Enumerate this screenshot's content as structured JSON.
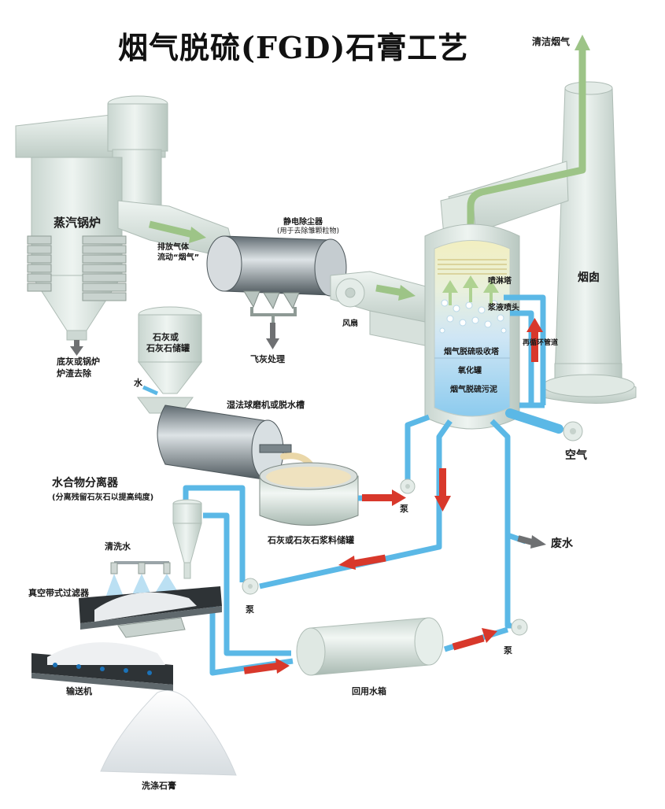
{
  "title": "烟气脱硫(FGD)石膏工艺",
  "labels": {
    "clean_gas": "清洁烟气",
    "boiler": "蒸汽锅炉",
    "bottom_ash": "底灰或锅炉\n炉渣去除",
    "exhaust_line1": "排放气体",
    "exhaust_line2": "流动“烟气”",
    "esp_line1": "静电除尘器",
    "esp_line2": "(用于去除雏颗粒物)",
    "fly_ash": "飞灰处理",
    "fan": "风扇",
    "spray_tower": "喷淋塔",
    "slurry_nozzle": "浆液喷头",
    "recirc_pipe": "再循环管道",
    "absorber": "烟气脱硫吸收塔",
    "oxidation_tank": "氧化罐",
    "fgd_sludge": "烟气脱硫污泥",
    "chimney": "烟囱",
    "air": "空气",
    "lime_silo_line1": "石灰或",
    "lime_silo_line2": "石灰石储罐",
    "water": "水",
    "ball_mill": "湿法球磨机或脱水槽",
    "hydrocyclone_line1": "水合物分离器",
    "hydrocyclone_line2": "(分离残留石灰石以提高纯度)",
    "slurry_tank": "石灰或石灰石浆料储罐",
    "pump1": "泵",
    "pump2": "泵",
    "pump3": "泵",
    "wash_water": "清洗水",
    "belt_filter": "真空带式过滤器",
    "waste_water": "废水",
    "conveyor": "输送机",
    "reclaim_tank": "回用水箱",
    "gypsum": "洗涤石膏"
  },
  "colors": {
    "pipe_blue": "#5bb8e6",
    "gas_green": "#9dc487",
    "flow_red": "#d8382b",
    "equipment_light": "#dfe9e4",
    "equipment_dark": "#7b868b",
    "arrow_grey": "#6e7072"
  }
}
